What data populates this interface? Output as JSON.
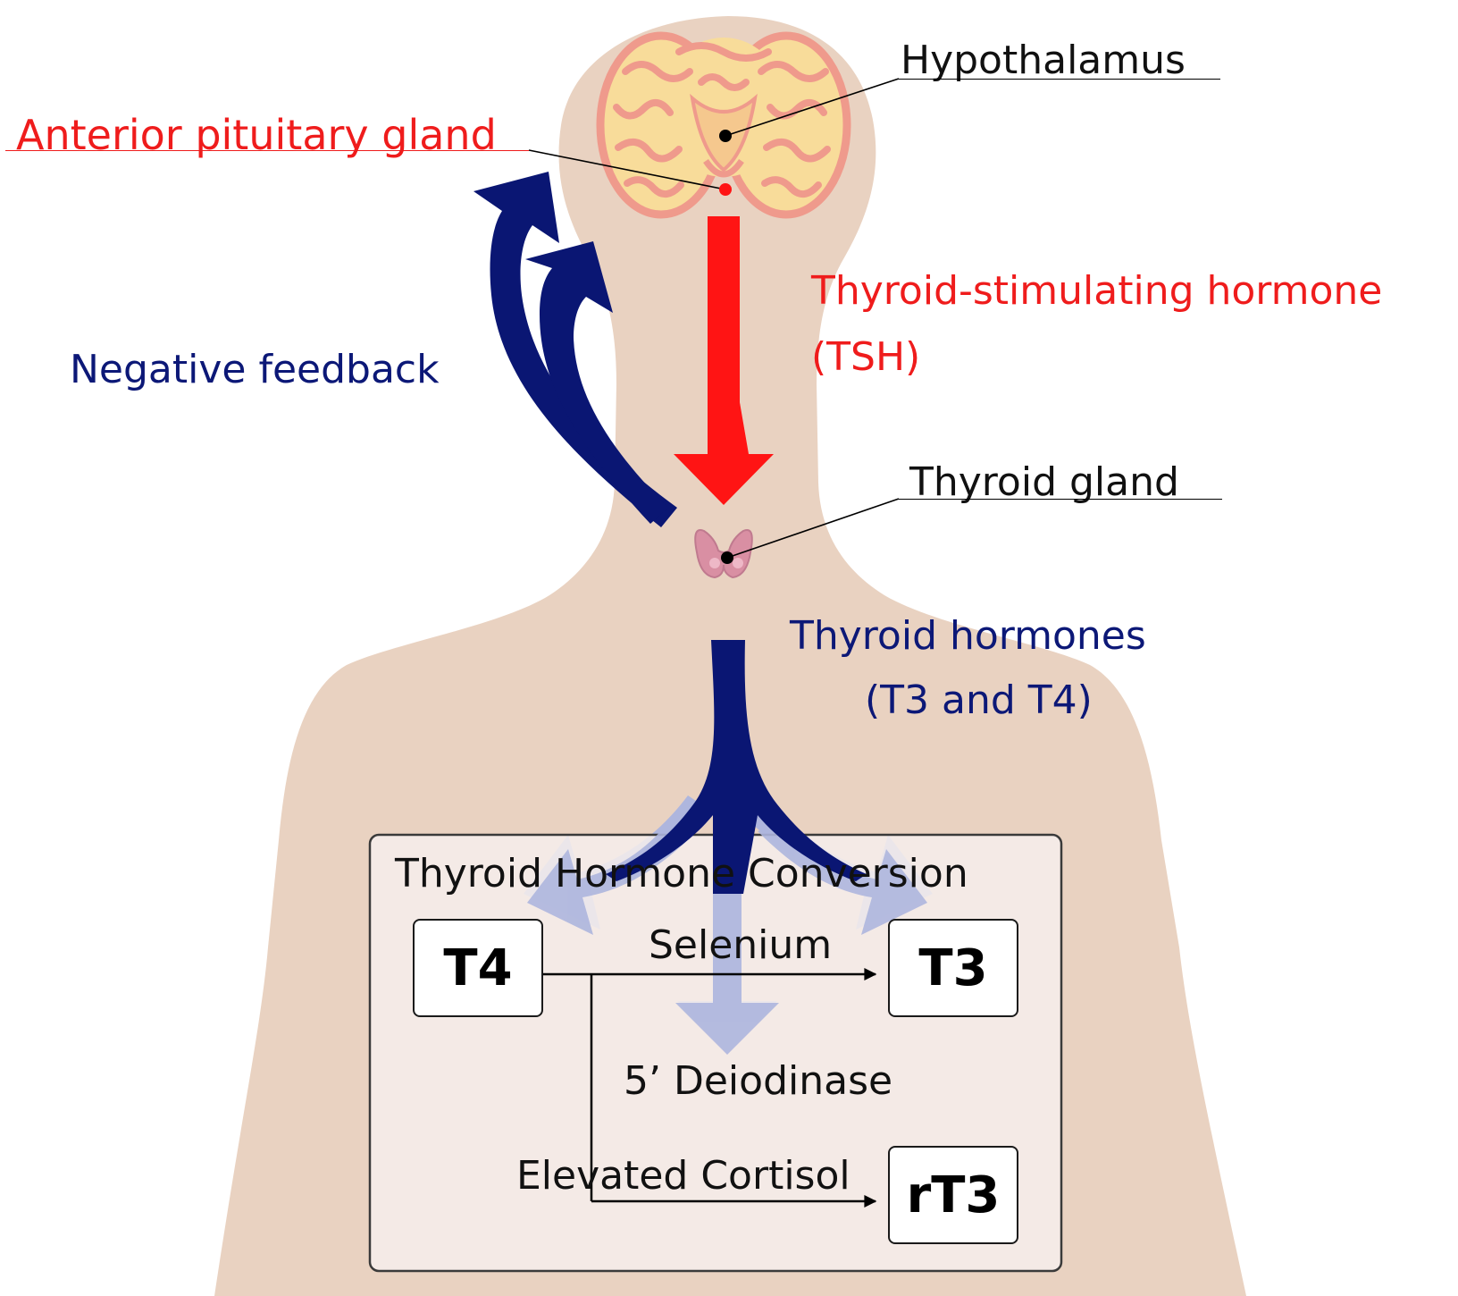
{
  "labels": {
    "hypothalamus": "Hypothalamus",
    "anterior_pituitary": "Anterior pituitary gland",
    "tsh_line1": "Thyroid-stimulating hormone",
    "tsh_line2": "(TSH)",
    "negative_feedback": "Negative feedback",
    "thyroid_gland": "Thyroid gland",
    "thyroid_hormones_line1": "Thyroid hormones",
    "thyroid_hormones_line2": "(T3 and T4)"
  },
  "conversion": {
    "title": "Thyroid Hormone Conversion",
    "t4": "T4",
    "t3": "T3",
    "rt3": "rT3",
    "selenium": "Selenium",
    "deiodinase": "5’ Deiodinase",
    "cortisol": "Elevated Cortisol"
  },
  "colors": {
    "body": "#e9d2c1",
    "tsh": "#ff1414",
    "feedback": "#0a1673",
    "pale_arrow": "#aeb6de",
    "box_fill": "#f6efec",
    "brain_fill": "#f8dc9a",
    "brain_fold": "#ef9a8c",
    "thyroid": "#d98fa3"
  }
}
